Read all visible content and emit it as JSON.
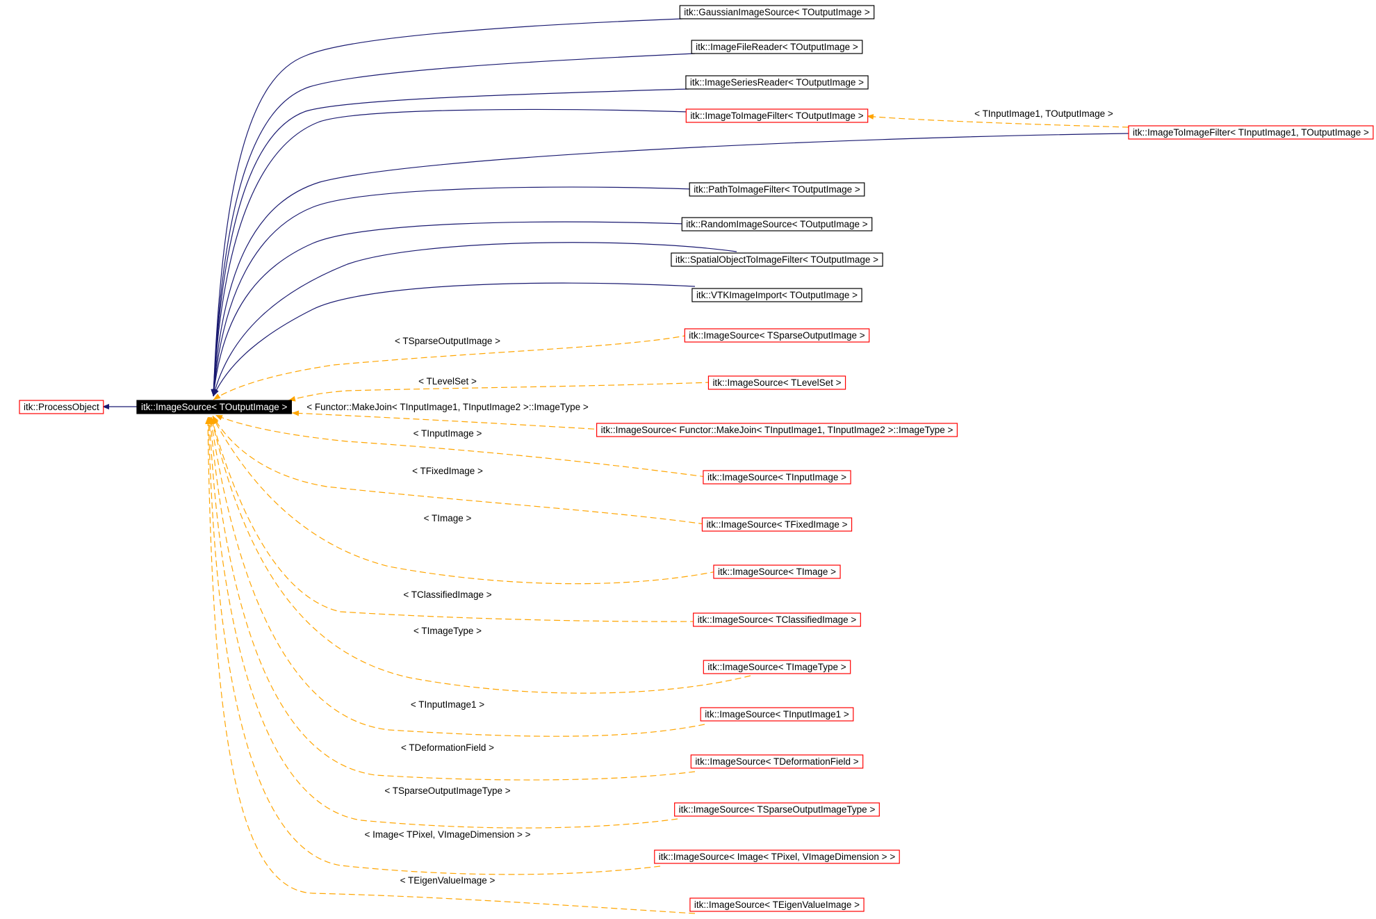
{
  "colors": {
    "inheritance_edge": "#191970",
    "template_edge": "#ffa500",
    "documented_border": "#000000",
    "undocumented_border": "#ff0000",
    "focus_fill": "#000000",
    "focus_text": "#ffffff"
  },
  "nodes": [
    {
      "id": "process_object",
      "label": "itk::ProcessObject",
      "kind": "undocumented"
    },
    {
      "id": "image_source",
      "label": "itk::ImageSource< TOutputImage >",
      "kind": "focus"
    },
    {
      "id": "gaussian",
      "label": "itk::GaussianImageSource< TOutputImage >",
      "kind": "documented"
    },
    {
      "id": "file_reader",
      "label": "itk::ImageFileReader< TOutputImage >",
      "kind": "documented"
    },
    {
      "id": "series_reader",
      "label": "itk::ImageSeriesReader< TOutputImage >",
      "kind": "documented"
    },
    {
      "id": "i2i_filter",
      "label": "itk::ImageToImageFilter< TOutputImage >",
      "kind": "undocumented"
    },
    {
      "id": "i2i_filter_full",
      "label": "itk::ImageToImageFilter< TInputImage1, TOutputImage >",
      "kind": "undocumented"
    },
    {
      "id": "path_filter",
      "label": "itk::PathToImageFilter< TOutputImage >",
      "kind": "documented"
    },
    {
      "id": "random_source",
      "label": "itk::RandomImageSource< TOutputImage >",
      "kind": "documented"
    },
    {
      "id": "spatial_filter",
      "label": "itk::SpatialObjectToImageFilter< TOutputImage >",
      "kind": "documented"
    },
    {
      "id": "vtk_import",
      "label": "itk::VTKImageImport< TOutputImage >",
      "kind": "documented"
    },
    {
      "id": "src_sparse",
      "label": "itk::ImageSource< TSparseOutputImage >",
      "kind": "undocumented"
    },
    {
      "id": "src_levelset",
      "label": "itk::ImageSource< TLevelSet >",
      "kind": "undocumented"
    },
    {
      "id": "src_makejoin",
      "label": "itk::ImageSource< Functor::MakeJoin< TInputImage1, TInputImage2 >::ImageType >",
      "kind": "undocumented"
    },
    {
      "id": "src_input",
      "label": "itk::ImageSource< TInputImage >",
      "kind": "undocumented"
    },
    {
      "id": "src_fixed",
      "label": "itk::ImageSource< TFixedImage >",
      "kind": "undocumented"
    },
    {
      "id": "src_image",
      "label": "itk::ImageSource< TImage >",
      "kind": "undocumented"
    },
    {
      "id": "src_classified",
      "label": "itk::ImageSource< TClassifiedImage >",
      "kind": "undocumented"
    },
    {
      "id": "src_imagetype",
      "label": "itk::ImageSource< TImageType >",
      "kind": "undocumented"
    },
    {
      "id": "src_input1",
      "label": "itk::ImageSource< TInputImage1 >",
      "kind": "undocumented"
    },
    {
      "id": "src_deformation",
      "label": "itk::ImageSource< TDeformationField >",
      "kind": "undocumented"
    },
    {
      "id": "src_sparsetype",
      "label": "itk::ImageSource< TSparseOutputImageType >",
      "kind": "undocumented"
    },
    {
      "id": "src_pixel",
      "label": "itk::ImageSource< Image< TPixel, VImageDimension > >",
      "kind": "undocumented"
    },
    {
      "id": "src_eigen",
      "label": "itk::ImageSource< TEigenValueImage >",
      "kind": "undocumented"
    }
  ],
  "edge_labels": {
    "i2i_template": "< TInputImage1, TOutputImage >",
    "sparse": "< TSparseOutputImage >",
    "levelset": "< TLevelSet >",
    "makejoin": "< Functor::MakeJoin< TInputImage1, TInputImage2 >::ImageType >",
    "input": "< TInputImage >",
    "fixed": "< TFixedImage >",
    "image": "< TImage >",
    "classified": "< TClassifiedImage >",
    "imagetype": "< TImageType >",
    "input1": "< TInputImage1 >",
    "deformation": "< TDeformationField >",
    "sparsetype": "< TSparseOutputImageType >",
    "pixel": "< Image< TPixel, VImageDimension > >",
    "eigen": "< TEigenValueImage >"
  }
}
